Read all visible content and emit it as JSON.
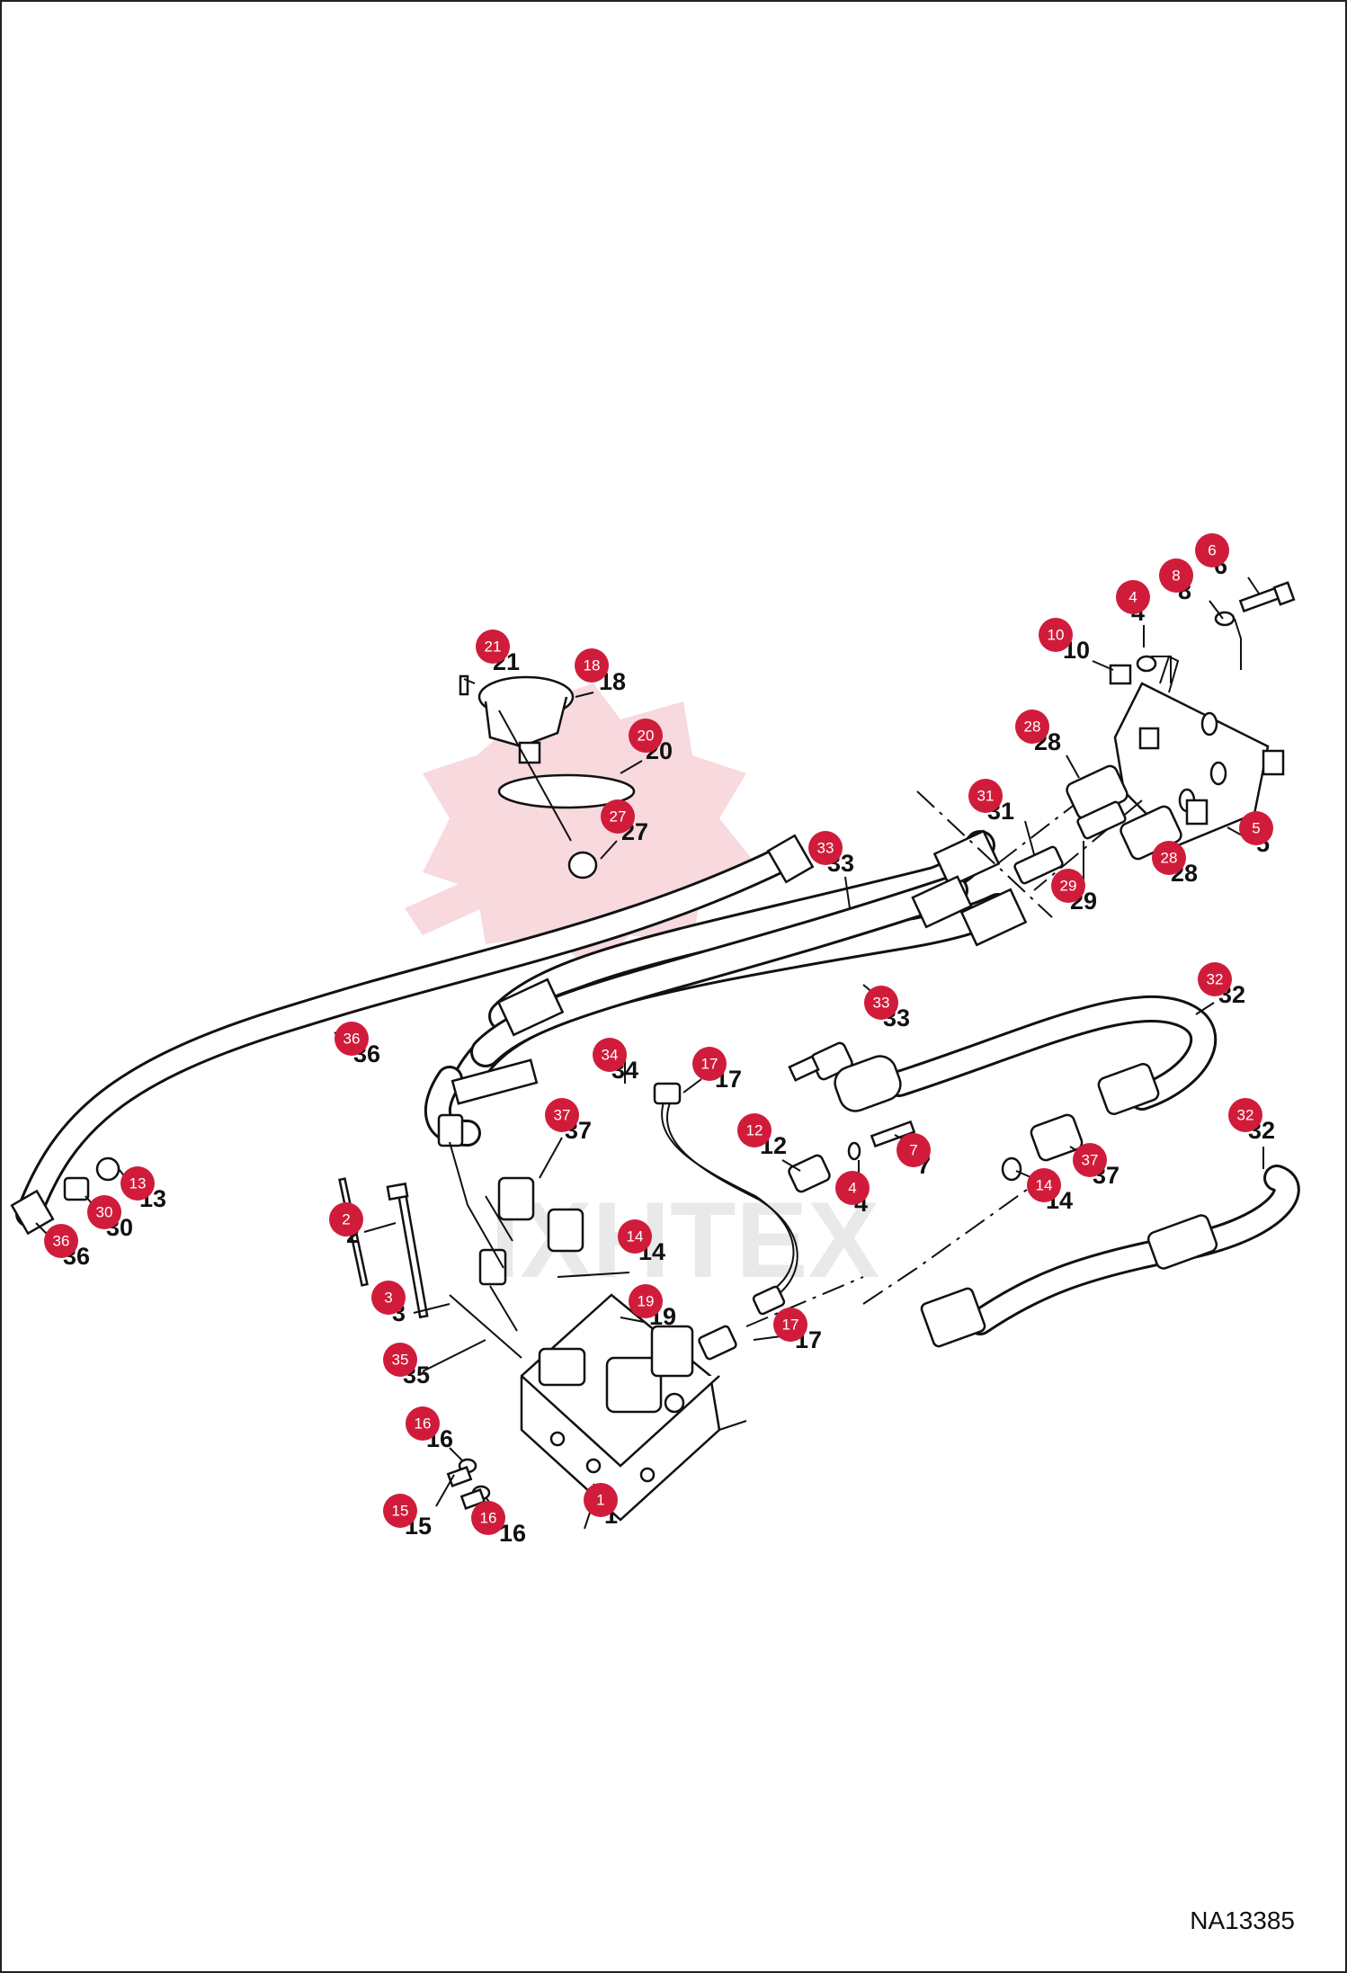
{
  "drawing_ref": "NA13385",
  "watermark_text": "IXHTEX",
  "accent_color": "#d01c3a",
  "callouts": [
    {
      "id": "21",
      "num": "21",
      "badge": "21"
    },
    {
      "id": "18",
      "num": "18",
      "badge": "18"
    },
    {
      "id": "20",
      "num": "20",
      "badge": "20"
    },
    {
      "id": "27",
      "num": "27",
      "badge": "27"
    },
    {
      "id": "10",
      "num": "10",
      "badge": "10"
    },
    {
      "id": "4a",
      "num": "4",
      "badge": "4"
    },
    {
      "id": "8",
      "num": "8",
      "badge": "8"
    },
    {
      "id": "6",
      "num": "6",
      "badge": "6"
    },
    {
      "id": "28a",
      "num": "28",
      "badge": "28"
    },
    {
      "id": "31",
      "num": "31",
      "badge": "31"
    },
    {
      "id": "5",
      "num": "5",
      "badge": "5"
    },
    {
      "id": "28b",
      "num": "28",
      "badge": "28"
    },
    {
      "id": "29",
      "num": "29",
      "badge": "29"
    },
    {
      "id": "33a",
      "num": "33",
      "badge": "33"
    },
    {
      "id": "33b",
      "num": "33",
      "badge": "33"
    },
    {
      "id": "32a",
      "num": "32",
      "badge": "32"
    },
    {
      "id": "36a",
      "num": "36",
      "badge": "36"
    },
    {
      "id": "34",
      "num": "34",
      "badge": "34"
    },
    {
      "id": "17a",
      "num": "17",
      "badge": "17"
    },
    {
      "id": "37a",
      "num": "37",
      "badge": "37"
    },
    {
      "id": "12",
      "num": "12",
      "badge": "12"
    },
    {
      "id": "7",
      "num": "7",
      "badge": "7"
    },
    {
      "id": "4b",
      "num": "4",
      "badge": "4"
    },
    {
      "id": "32b",
      "num": "32",
      "badge": "32"
    },
    {
      "id": "14a",
      "num": "14",
      "badge": "14"
    },
    {
      "id": "37b",
      "num": "37",
      "badge": "37"
    },
    {
      "id": "13",
      "num": "13",
      "badge": "13"
    },
    {
      "id": "30",
      "num": "30",
      "badge": "30"
    },
    {
      "id": "36b",
      "num": "36",
      "badge": "36"
    },
    {
      "id": "2",
      "num": "2",
      "badge": "2"
    },
    {
      "id": "14b",
      "num": "14",
      "badge": "14"
    },
    {
      "id": "3",
      "num": "3",
      "badge": "3"
    },
    {
      "id": "19",
      "num": "19",
      "badge": "19"
    },
    {
      "id": "17b",
      "num": "17",
      "badge": "17"
    },
    {
      "id": "35",
      "num": "35",
      "badge": "35"
    },
    {
      "id": "16a",
      "num": "16",
      "badge": "16"
    },
    {
      "id": "15",
      "num": "15",
      "badge": "15"
    },
    {
      "id": "16b",
      "num": "16",
      "badge": "16"
    },
    {
      "id": "1",
      "num": "1",
      "badge": "1"
    }
  ]
}
